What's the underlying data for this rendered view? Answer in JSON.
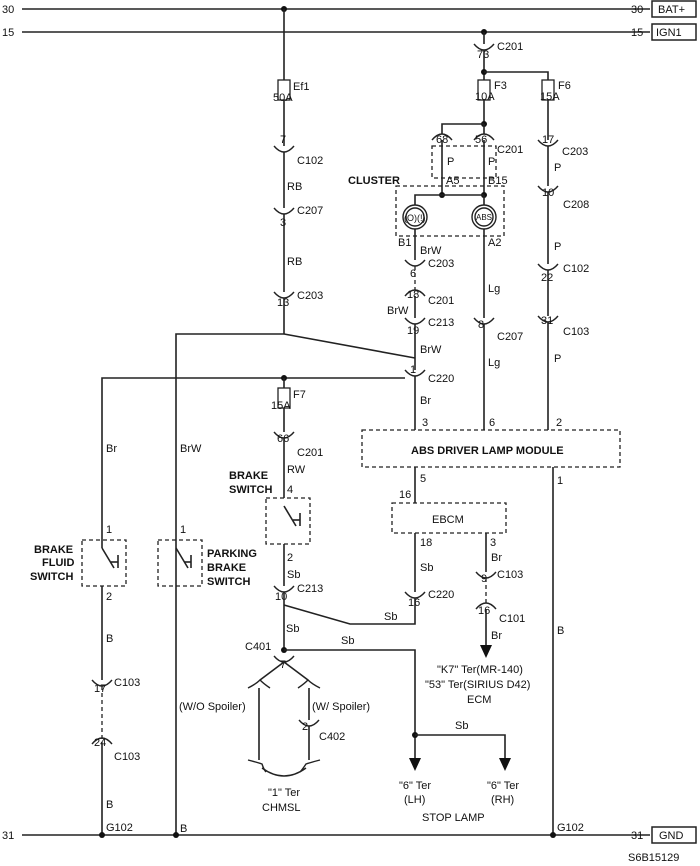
{
  "rails": {
    "bat": {
      "num": "30",
      "label": "BAT+"
    },
    "ign": {
      "num": "15",
      "label": "IGN1"
    },
    "gnd": {
      "num": "31",
      "label": "GND"
    }
  },
  "fuses": {
    "ef1": {
      "name": "Ef1",
      "rating": "50A"
    },
    "f3": {
      "name": "F3",
      "rating": "10A"
    },
    "f6": {
      "name": "F6",
      "rating": "15A"
    },
    "f7": {
      "name": "F7",
      "rating": "15A"
    }
  },
  "connectors": {
    "c201_73": {
      "pin": "73",
      "name": "C201"
    },
    "c201_68": {
      "pin": "68"
    },
    "c201_56": {
      "pin": "56",
      "name": "C201"
    },
    "c102_7": {
      "pin": "7",
      "name": "C102"
    },
    "c207_3": {
      "pin": "3",
      "name": "C207"
    },
    "c203_13": {
      "pin": "13",
      "name": "C203"
    },
    "c203_6": {
      "pin": "6",
      "name": "C203"
    },
    "c201_18": {
      "pin": "18",
      "name": "C201"
    },
    "c213_19": {
      "pin": "19",
      "name": "C213"
    },
    "c220_1": {
      "pin": "1",
      "name": "C220"
    },
    "c207_8": {
      "pin": "8",
      "name": "C207"
    },
    "c203_17": {
      "pin": "17",
      "name": "C203"
    },
    "c208_10": {
      "pin": "10",
      "name": "C208"
    },
    "c102_22": {
      "pin": "22",
      "name": "C102"
    },
    "c103_31": {
      "pin": "31",
      "name": "C103"
    },
    "c201_66": {
      "pin": "66",
      "name": "C201"
    },
    "c213_10": {
      "pin": "10",
      "name": "C213"
    },
    "c220_16": {
      "pin": "16",
      "name": "C220"
    },
    "c103_9": {
      "pin": "9",
      "name": "C103"
    },
    "c101_16": {
      "pin": "16",
      "name": "C101"
    },
    "c401_7": {
      "pin": "7",
      "name": "C401"
    },
    "c402_2": {
      "pin": "2",
      "name": "C402"
    },
    "c103_17": {
      "pin": "17",
      "name": "C103"
    },
    "c103_24": {
      "pin": "24",
      "name": "C103"
    }
  },
  "wires": {
    "rb1": "RB",
    "rb2": "RB",
    "p1": "P",
    "p2": "P",
    "p3": "P",
    "p4": "P",
    "p5": "P",
    "brw1": "BrW",
    "brw2": "BrW",
    "brw3": "BrW",
    "brw4": "BrW",
    "lg1": "Lg",
    "lg2": "Lg",
    "br1": "Br",
    "br2": "Br",
    "br3": "Br",
    "br4": "Br",
    "rw": "RW",
    "sb1": "Sb",
    "sb2": "Sb",
    "sb3": "Sb",
    "sb4": "Sb",
    "sb5": "Sb",
    "sb6": "Sb",
    "b1": "B",
    "b2": "B",
    "b3": "B",
    "b4": "B"
  },
  "cluster": {
    "title": "CLUSTER",
    "pin_a5": "A5",
    "pin_b15": "B15",
    "pin_b1": "B1",
    "pin_a2": "A2",
    "lamp1_glyph": "(O)(!)",
    "lamp2_glyph": "ABS"
  },
  "abs_module": {
    "label": "ABS DRIVER LAMP MODULE",
    "pin3": "3",
    "pin6": "6",
    "pin2": "2",
    "pin5": "5",
    "pin1": "1"
  },
  "ebcm": {
    "label": "EBCM",
    "pin16": "16",
    "pin18": "18",
    "pin3": "3"
  },
  "brake_switch": {
    "title1": "BRAKE",
    "title2": "SWITCH",
    "pin4": "4",
    "pin2": "2"
  },
  "brake_fluid_switch": {
    "title1": "BRAKE",
    "title2": "FLUID",
    "title3": "SWITCH",
    "pin1": "1",
    "pin2": "2"
  },
  "parking_brake_switch": {
    "title1": "PARKING",
    "title2": "BRAKE",
    "title3": "SWITCH",
    "pin1": "1"
  },
  "ecm": {
    "line1": "\"K7\" Ter(MR-140)",
    "line2": "\"53\" Ter(SIRIUS D42)",
    "line3": "ECM"
  },
  "chmsl": {
    "wo_spoiler": "(W/O Spoiler)",
    "w_spoiler": "(W/  Spoiler)",
    "ter": "\"1\" Ter",
    "name": "CHMSL"
  },
  "stop_lamp": {
    "lh_ter": "\"6\" Ter",
    "lh": "(LH)",
    "rh_ter": "\"6\" Ter",
    "rh": "(RH)",
    "name": "STOP LAMP"
  },
  "grounds": {
    "g1": "G102",
    "g2": "G102"
  },
  "figure_id": "S6B15129"
}
